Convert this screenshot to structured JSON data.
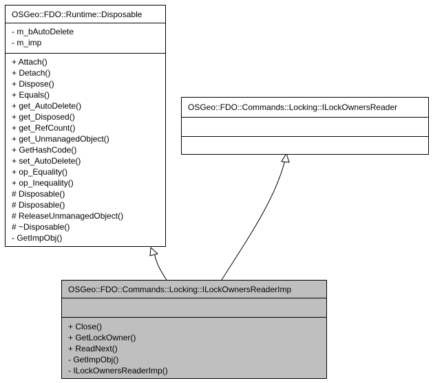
{
  "disposable": {
    "title": "OSGeo::FDO::Runtime::Disposable",
    "attributes": [
      "- m_bAutoDelete",
      "- m_imp"
    ],
    "operations": [
      "+ Attach()",
      "+ Detach()",
      "+ Dispose()",
      "+ Equals()",
      "+ get_AutoDelete()",
      "+ get_Disposed()",
      "+ get_RefCount()",
      "+ get_UnmanagedObject()",
      "+ GetHashCode()",
      "+ set_AutoDelete()",
      "+ op_Equality()",
      "+ op_Inequality()",
      "# Disposable()",
      "# Disposable()",
      "# ReleaseUnmanagedObject()",
      "# ~Disposable()",
      "- GetImpObj()"
    ]
  },
  "reader_interface": {
    "title": "OSGeo::FDO::Commands::Locking::ILockOwnersReader",
    "attributes": [],
    "operations": []
  },
  "reader_impl": {
    "title": "OSGeo::FDO::Commands::Locking::ILockOwnersReaderImp",
    "attributes": [],
    "operations": [
      "+ Close()",
      "+ GetLockOwner()",
      "+ ReadNext()",
      "- GetImpObj()",
      "- ILockOwnersReaderImp()"
    ]
  },
  "colors": {
    "highlight_fill": "#bfbfbf",
    "box_fill": "#ffffff",
    "stroke": "#000000"
  }
}
